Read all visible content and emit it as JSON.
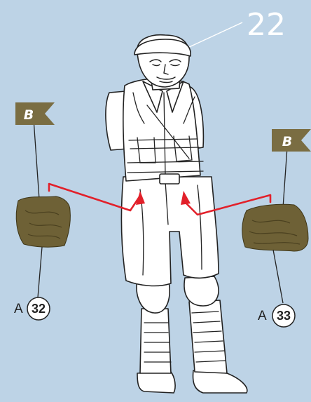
{
  "step": {
    "number": "22"
  },
  "parts": [
    {
      "sprue": "A",
      "number": "32",
      "flag": "B",
      "side": "left"
    },
    {
      "sprue": "A",
      "number": "33",
      "flag": "B",
      "side": "right"
    }
  ],
  "colors": {
    "background": "#bdd3e6",
    "cloth": "#6e6136",
    "flag": "#7a6d42",
    "arrow": "#e2202a"
  }
}
